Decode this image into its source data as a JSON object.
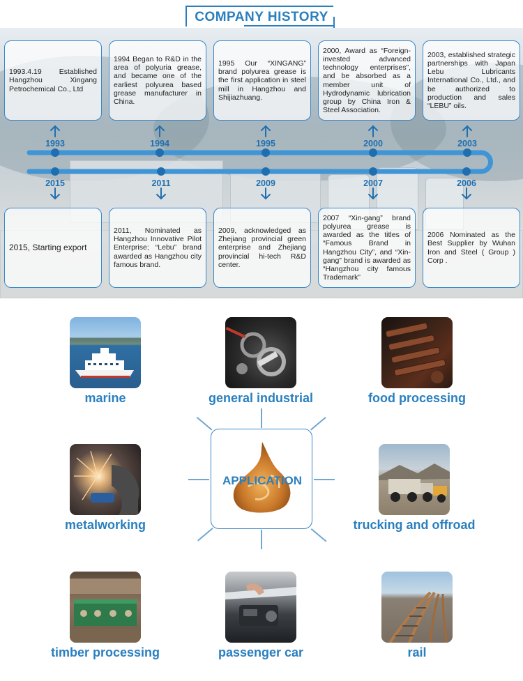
{
  "history": {
    "title": "COMPANY HISTORY",
    "top_row": [
      {
        "year": "1993",
        "text": "1993.4.19 Established Hangzhou Xingang Petrochemical Co., Ltd"
      },
      {
        "year": "1994",
        "text": "1994 Began to R&D in the area of polyuria grease, and became one of the earliest polyurea based grease manufacturer in China."
      },
      {
        "year": "1995",
        "text": "1995 Our “XINGANG” brand polyurea grease is the first application in steel mill in Hangzhou and Shijiazhuang."
      },
      {
        "year": "2000",
        "text": "2000, Award as “Foreign-invested advanced technology enterprises”, and be absorbed as a member unit of Hydrodynamic lubrication group by China Iron & Steel Association."
      },
      {
        "year": "2003",
        "text": "2003, established strategic partnerships with Japan Lebu Lubricants International Co., Ltd., and be authorized to production and sales “LEBU” oils."
      }
    ],
    "bottom_row": [
      {
        "year": "2015",
        "text": "2015, Starting export"
      },
      {
        "year": "2011",
        "text": "2011, Nominated as Hangzhou Innovative Pilot Enterprise; “Lebu” brand awarded as Hangzhou city famous brand."
      },
      {
        "year": "2009",
        "text": "2009, acknowledged as Zhejiang provincial green enterprise and Zhejiang provincial hi-tech R&D center."
      },
      {
        "year": "2007",
        "text": "2007 “Xin-gang” brand polyurea grease is awarded as the titles of “Famous Brand in Hangzhou City”, and “Xin-gang” brand is awarded as “Hangzhou city famous Trademark”"
      },
      {
        "year": "2006",
        "text": "2006 Nominated as the Best Supplier by Wuhan Iron and Steel ( Group ) Corp ."
      }
    ]
  },
  "application": {
    "center_label": "APPLICATION",
    "items": [
      {
        "label": "marine",
        "photo": "ship-photo"
      },
      {
        "label": "general industrial",
        "photo": "machinery-photo"
      },
      {
        "label": "food processing",
        "photo": "conveyor-photo"
      },
      {
        "label": "metalworking",
        "photo": "grinding-sparks-photo"
      },
      {
        "label": "trucking and offroad",
        "photo": "dump-truck-photo"
      },
      {
        "label": "timber processing",
        "photo": "timber-machine-photo"
      },
      {
        "label": "passenger car",
        "photo": "car-engine-photo"
      },
      {
        "label": "rail",
        "photo": "rail-tracks-photo"
      }
    ]
  },
  "colors": {
    "accent": "#2a7fbf",
    "timeline": "#3f95d6"
  }
}
